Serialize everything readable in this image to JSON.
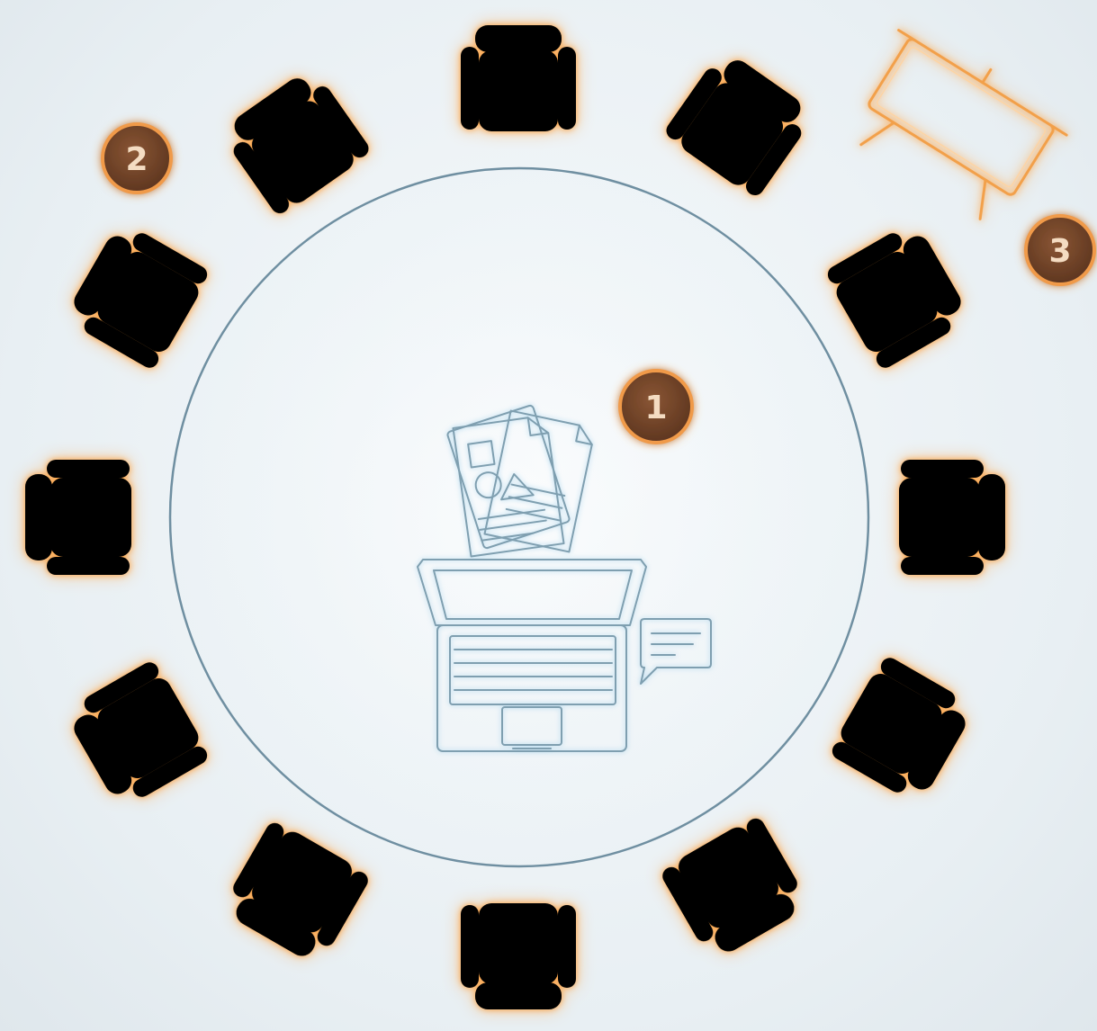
{
  "diagram": {
    "badges": [
      {
        "label": "1"
      },
      {
        "label": "2"
      },
      {
        "label": "3"
      }
    ],
    "colors": {
      "chair_stroke": "#f2a04a",
      "chair_glow": "#ff9628",
      "table_stroke": "#6f8fa1",
      "badge_fill": "#7a4a2c",
      "badge_glow": "#f09a4a",
      "background": "#eef3f6"
    },
    "icons": [
      "chair-icon",
      "laptop-icon",
      "documents-icon",
      "chat-bubble-icon",
      "presentation-board-icon"
    ]
  }
}
